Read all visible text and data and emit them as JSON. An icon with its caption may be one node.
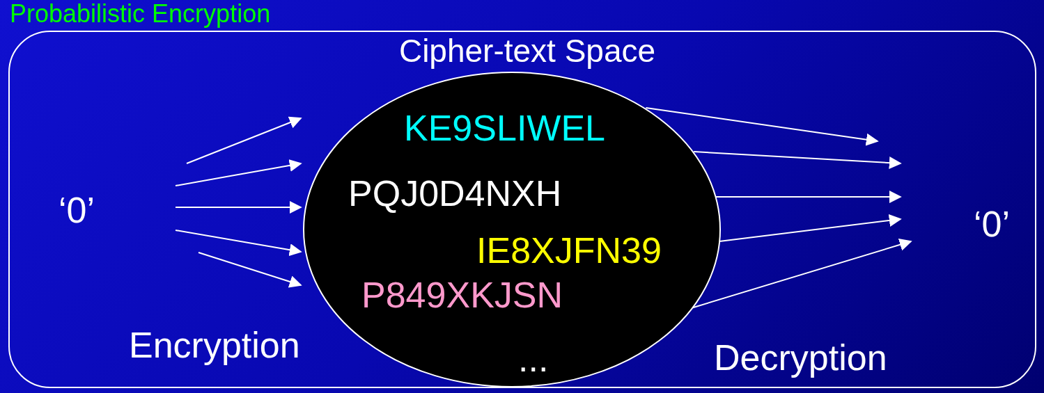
{
  "diagram": {
    "title": "Probabilistic Encryption",
    "nodes": [
      {
        "text": [],
        "shape": "box"
      },
      {
        "text": [
          "‘0’"
        ],
        "in": 0
      },
      {
        "text": [
          "Cipher-text Space",
          "KE9SLIWEL",
          "PQJ0D4NXH",
          "IE8XJFN39",
          "P849XKJSN",
          "..."
        ],
        "in": 0
      },
      {
        "text": [
          "‘0’"
        ],
        "in": 0
      }
    ],
    "edges": [
      {
        "from": null,
        "to": 2,
        "arrow": "to"
      },
      {
        "from": null,
        "to": 2,
        "arrow": "to"
      },
      {
        "from": null,
        "to": 2,
        "arrow": "to"
      },
      {
        "from": null,
        "to": 2,
        "arrow": "to"
      },
      {
        "from": null,
        "to": 2,
        "arrow": "to"
      },
      {
        "from": 2,
        "to": null,
        "arrow": "to"
      },
      {
        "from": 2,
        "to": null,
        "arrow": "to"
      },
      {
        "from": 2,
        "to": null,
        "arrow": "to"
      },
      {
        "from": 2,
        "to": null,
        "arrow": "to"
      },
      {
        "from": 2,
        "to": null,
        "arrow": "to"
      }
    ],
    "labels": [
      "Encryption",
      "Decryption"
    ]
  }
}
